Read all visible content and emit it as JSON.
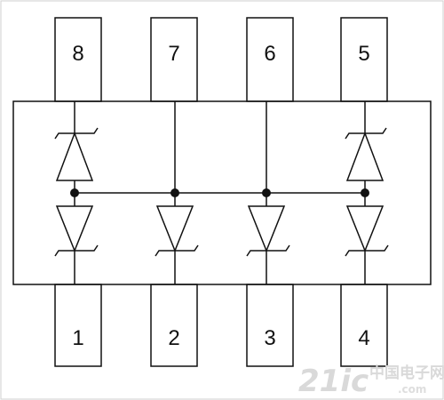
{
  "pins_top": [
    {
      "label": "8"
    },
    {
      "label": "7"
    },
    {
      "label": "6"
    },
    {
      "label": "5"
    }
  ],
  "pins_bottom": [
    {
      "label": "1"
    },
    {
      "label": "2"
    },
    {
      "label": "3"
    },
    {
      "label": "4"
    }
  ],
  "watermark": {
    "brand": "21ic",
    "cn": "中国电子网",
    "url": ".com"
  },
  "colors": {
    "stroke": "#111111",
    "background": "#ffffff",
    "watermark": "#d9d9d9"
  }
}
